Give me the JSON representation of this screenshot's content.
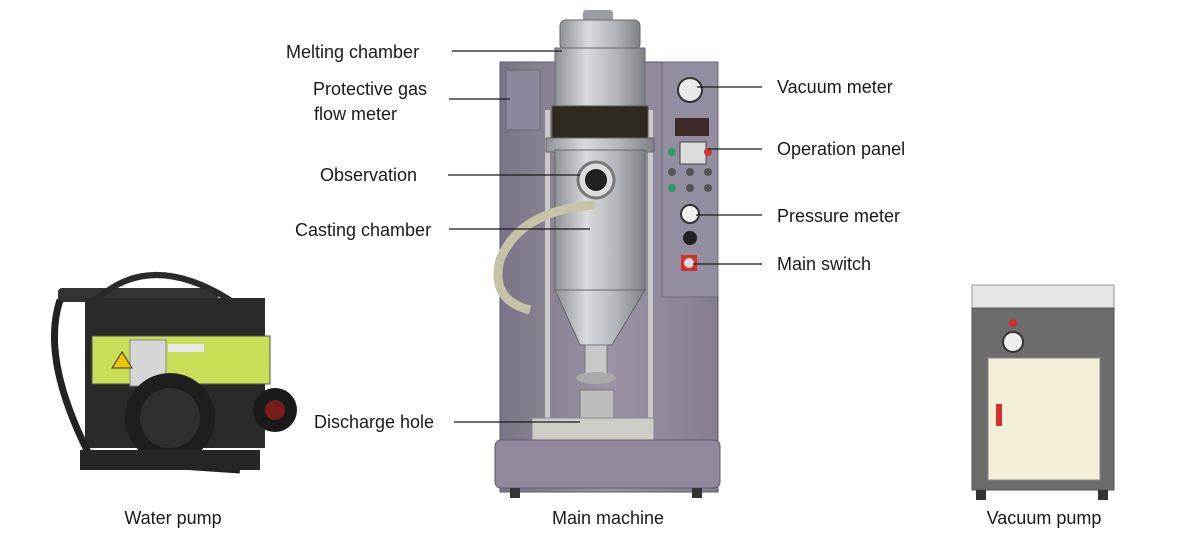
{
  "left_labels": {
    "melting_chamber": "Melting chamber",
    "protective_gas_line1": "Protective gas",
    "protective_gas_line2": "flow meter",
    "observation": "Observation",
    "casting_chamber": "Casting chamber",
    "discharge_hole": "Discharge hole"
  },
  "right_labels": {
    "vacuum_meter": "Vacuum meter",
    "operation_panel": "Operation panel",
    "pressure_meter": "Pressure meter",
    "main_switch": "Main switch"
  },
  "captions": {
    "water_pump": "Water pump",
    "main_machine": "Main machine",
    "vacuum_pump": "Vacuum pump"
  },
  "colors": {
    "machine_body": "#8d8798",
    "chamber_steel": "#b7b9bd",
    "vacuum_cabinet": "#6c6c6c",
    "vacuum_door": "#f3efd9",
    "pump_green": "#c9dd56"
  },
  "icons": [
    "water-pump-illustration",
    "main-machine-illustration",
    "vacuum-pump-illustration"
  ]
}
